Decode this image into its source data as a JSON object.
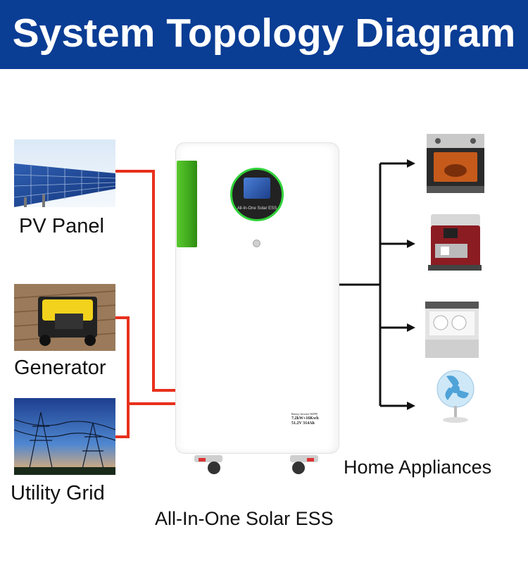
{
  "header": {
    "title": "System Topology Diagram"
  },
  "sources": {
    "pv_panel": "PV Panel",
    "generator": "Generator",
    "utility_grid": "Utility Grid"
  },
  "ess": {
    "caption": "All-In-One Solar ESS",
    "display_text": "All-In-One Solar ESS",
    "spec_line_1": "Battery Inverter 96PFE",
    "spec_line_2": "7.2kW+16Kwh",
    "spec_line_3": "51.2V 314Ah"
  },
  "loads": {
    "caption": "Home Appliances",
    "items": [
      "oven",
      "coffee machine",
      "dishwasher",
      "electric fan"
    ]
  },
  "colors": {
    "banner": "#0a3d94",
    "input_wire": "#e8301c",
    "output_wire": "#111111",
    "handle": "#4cb825",
    "ring": "#31d23a"
  }
}
